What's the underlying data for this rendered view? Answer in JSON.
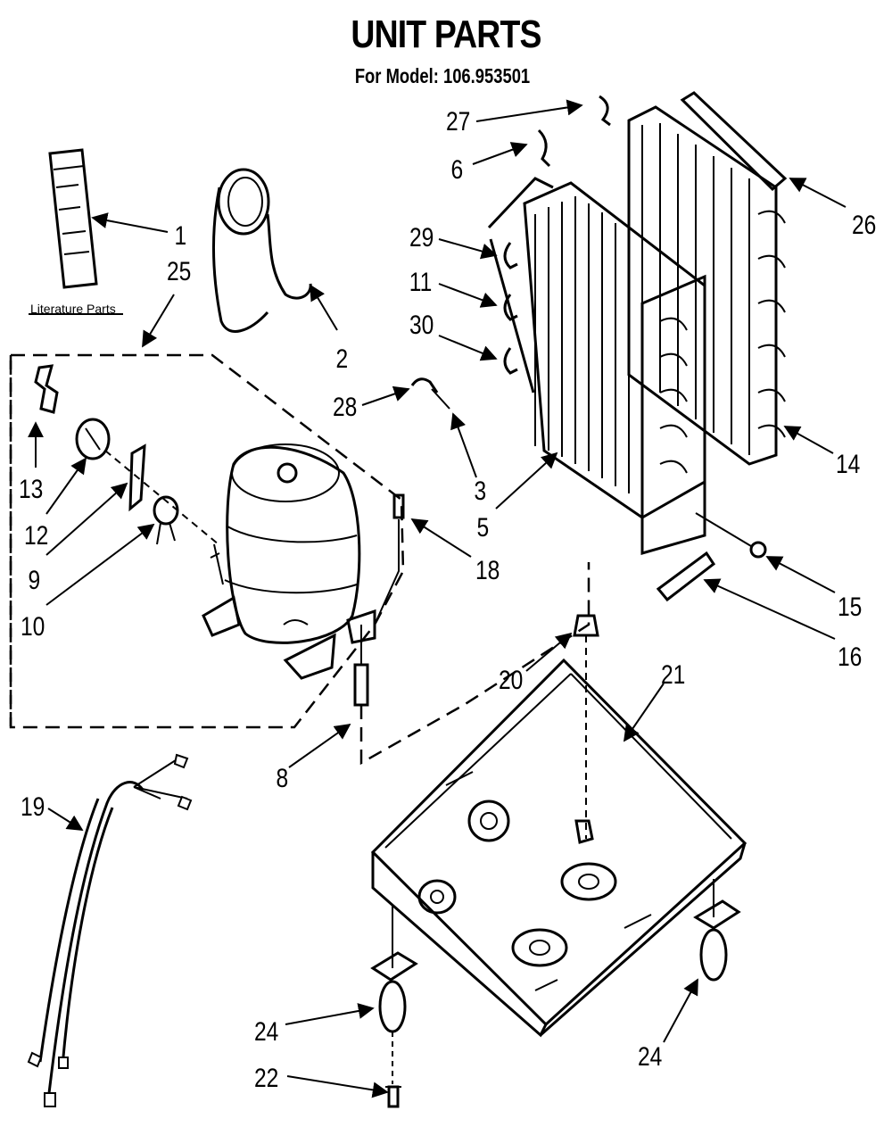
{
  "title": "UNIT PARTS",
  "subtitle": "For Model: 106.953501",
  "literature_caption": "Literature Parts",
  "callouts": [
    "1",
    "25",
    "2",
    "27",
    "6",
    "29",
    "11",
    "30",
    "28",
    "3",
    "5",
    "26",
    "14",
    "13",
    "12",
    "9",
    "10",
    "18",
    "15",
    "16",
    "21",
    "20",
    "8",
    "19",
    "24",
    "22",
    "24"
  ],
  "colors": {
    "ink": "#000000",
    "paper": "#ffffff"
  }
}
